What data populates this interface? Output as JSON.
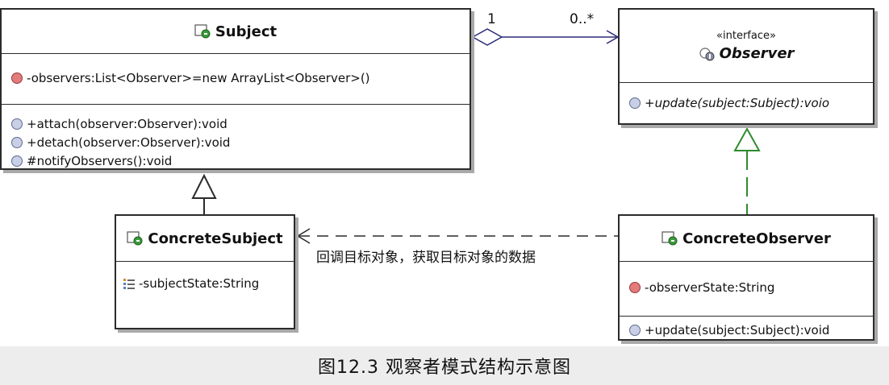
{
  "classes": {
    "subject": {
      "name": "Subject",
      "attributes": [
        "-observers:List<Observer>=new ArrayList<Observer>()"
      ],
      "operations": [
        "+attach(observer:Observer):void",
        "+detach(observer:Observer):void",
        "#notifyObservers():void"
      ]
    },
    "observer": {
      "stereotype": "«interface»",
      "name": "Observer",
      "operations": [
        "+update(subject:Subject):voio"
      ]
    },
    "concrete_subject": {
      "name": "ConcreteSubject",
      "attributes": [
        "-subjectState:String"
      ]
    },
    "concrete_observer": {
      "name": "ConcreteObserver",
      "attributes": [
        "-observerState:String"
      ],
      "operations": [
        "+update(subject:Subject):void"
      ]
    }
  },
  "relations": {
    "aggregation_source_multiplicity": "1",
    "aggregation_target_multiplicity": "0..*",
    "callback_label": "回调目标对象，获取目标对象的数据"
  },
  "caption": "图12.3  观察者模式结构示意图",
  "icons": {
    "class": "class-icon",
    "interface": "interface-icon",
    "private": "private-member-icon",
    "public": "public-member-icon",
    "field": "field-icon"
  },
  "colors": {
    "aggregation_line": "#2b2b7a",
    "realization_line": "#2e8b2e",
    "class_icon_green": "#3a9a3a",
    "private_icon": "#e27b7b",
    "public_icon": "#c9cfe6"
  }
}
